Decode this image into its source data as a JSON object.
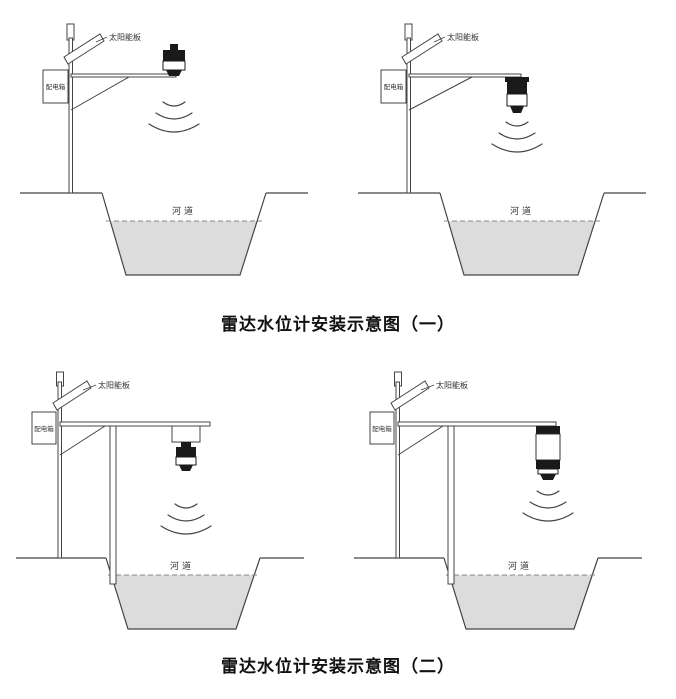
{
  "figure1": {
    "caption": "雷达水位计安装示意图（一）"
  },
  "figure2": {
    "caption": "雷达水位计安装示意图（二）"
  },
  "labels": {
    "solar_panel": "太阳能板",
    "power_box": "配电箱",
    "river_channel": "河道"
  },
  "colors": {
    "line": "#444444",
    "sensor": "#1a1a1a",
    "water": "#dcdcdc",
    "dashed_line": "#888888",
    "background": "#ffffff"
  }
}
